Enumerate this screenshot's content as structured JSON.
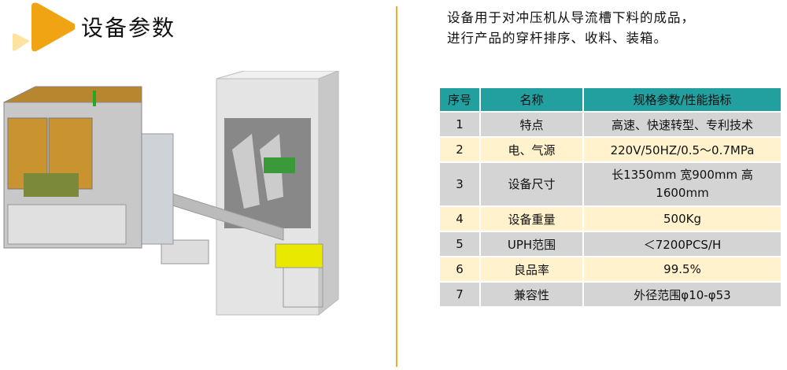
{
  "header": {
    "title": "设备参数",
    "accent": "#f0a020"
  },
  "description": [
    "设备用于对冲压机从导流槽下料的成品，",
    "进行产品的穿杆排序、收料、装箱。"
  ],
  "table": {
    "headers": [
      "序号",
      "名称",
      "规格参数/性能指标"
    ],
    "rows": [
      {
        "no": "1",
        "name": "特点",
        "value": "高速、快速转型、专利技术"
      },
      {
        "no": "2",
        "name": "电、气源",
        "value": "220V/50HZ/0.5～0.7MPa"
      },
      {
        "no": "3",
        "name": "设备尺寸",
        "value": "长1350mm 宽900mm 高1600mm"
      },
      {
        "no": "4",
        "name": "设备重量",
        "value": "500Kg"
      },
      {
        "no": "5",
        "name": "UPH范围",
        "value": "＜7200PCS/H"
      },
      {
        "no": "6",
        "name": "良品率",
        "value": "99.5%"
      },
      {
        "no": "7",
        "name": "兼容性",
        "value": "外径范围φ10-φ53"
      }
    ]
  }
}
